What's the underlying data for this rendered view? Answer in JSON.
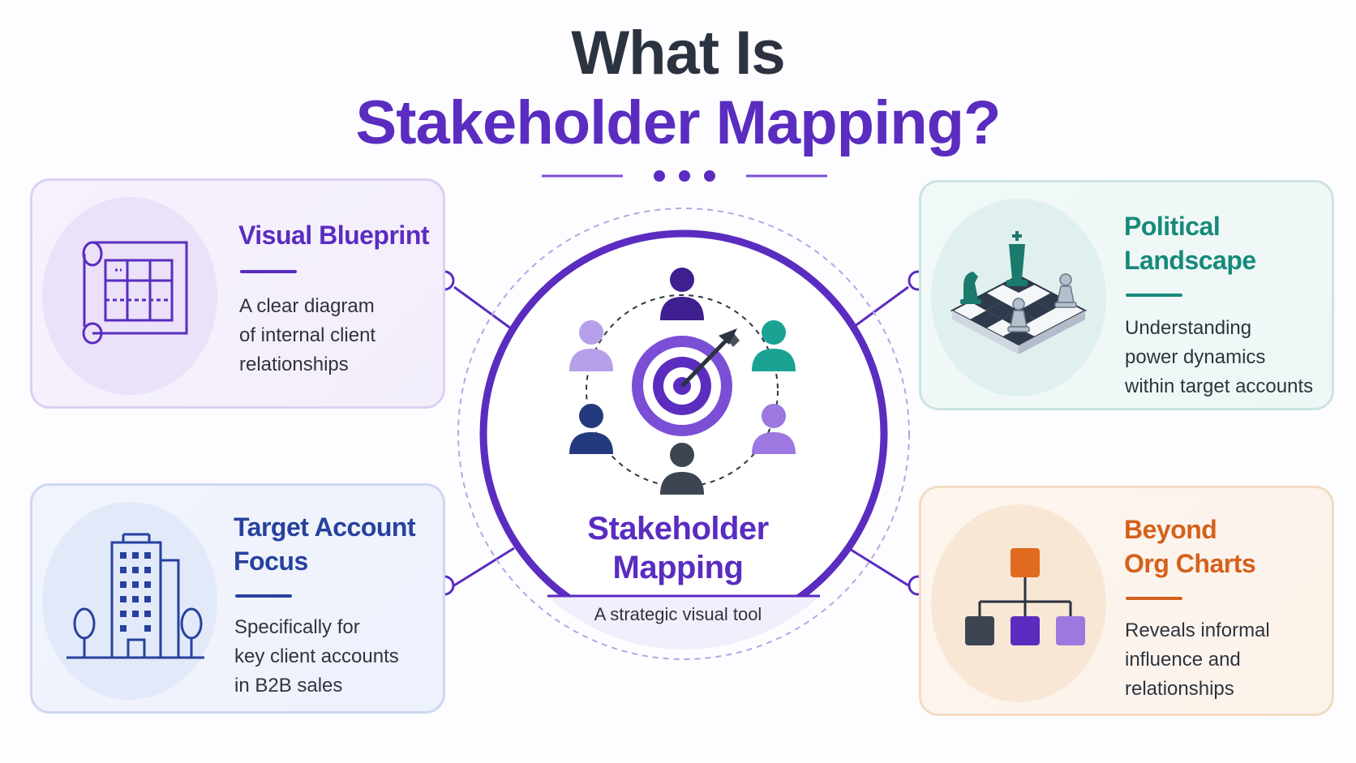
{
  "header": {
    "title_line1": "What Is",
    "title_line2": "Stakeholder Mapping?"
  },
  "center": {
    "title_line1": "Stakeholder",
    "title_line2": "Mapping",
    "subtitle": "A strategic visual tool"
  },
  "cards": {
    "blueprint": {
      "title": "Visual Blueprint",
      "body": [
        "A clear diagram",
        "of internal client",
        "relationships"
      ],
      "icon": "blueprint-icon",
      "accent": "#5a2cc0"
    },
    "political": {
      "title_line1": "Political",
      "title_line2": "Landscape",
      "body": [
        "Understanding",
        "power dynamics",
        "within target accounts"
      ],
      "icon": "chess-board-icon",
      "accent": "#178a7a"
    },
    "target": {
      "title_line1": "Target Account",
      "title_line2": "Focus",
      "body": [
        "Specifically for",
        "key client accounts",
        "in B2B sales"
      ],
      "icon": "office-building-icon",
      "accent": "#27419e"
    },
    "beyond": {
      "title_line1": "Beyond",
      "title_line2": "Org Charts",
      "body": [
        "Reveals informal",
        "influence and",
        "relationships"
      ],
      "icon": "org-chart-icon",
      "accent": "#d4611b"
    }
  }
}
